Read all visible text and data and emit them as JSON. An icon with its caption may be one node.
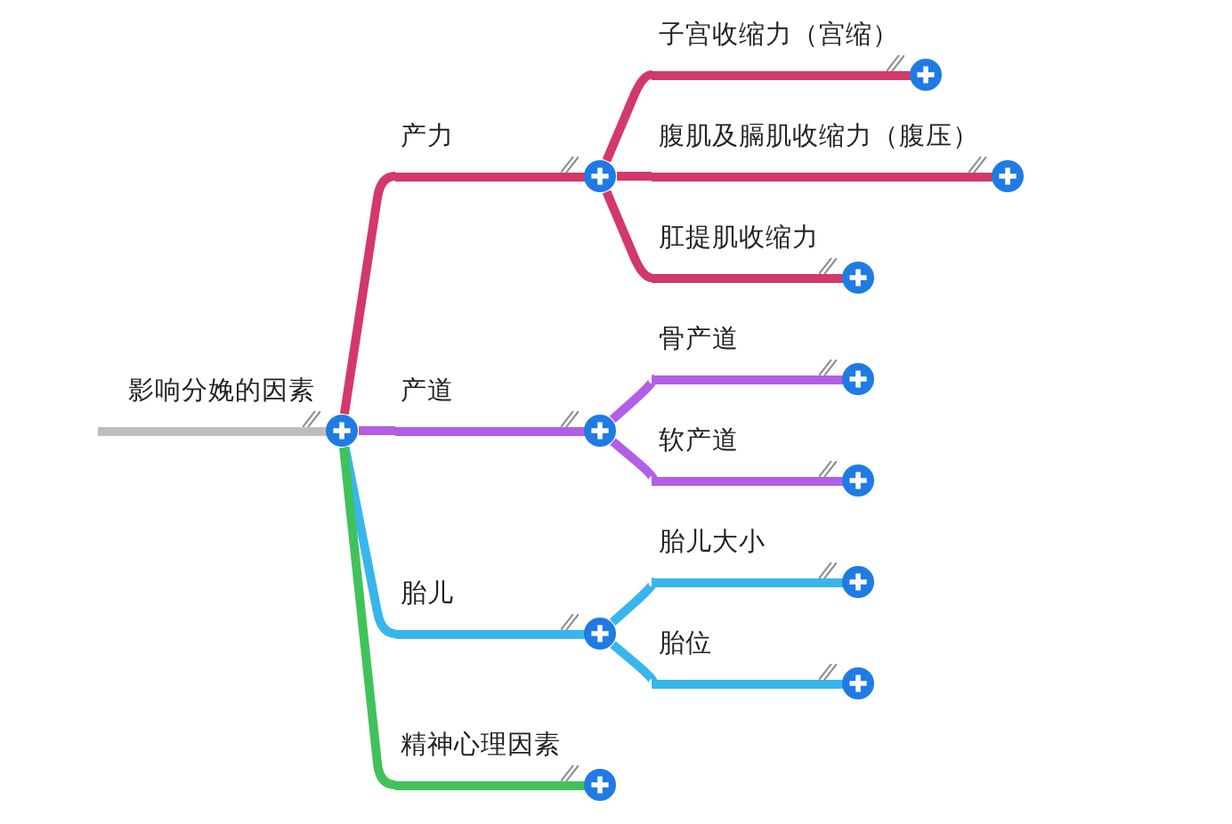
{
  "diagram": {
    "nodes": [
      {
        "text": [
          "影响分娩的因素"
        ]
      },
      {
        "text": [
          "产力"
        ]
      },
      {
        "text": [
          "子宫收缩力（宫缩）"
        ]
      },
      {
        "text": [
          "腹肌及膈肌收缩力（腹压）"
        ]
      },
      {
        "text": [
          "肛提肌收缩力"
        ]
      },
      {
        "text": [
          "产道"
        ]
      },
      {
        "text": [
          "骨产道"
        ]
      },
      {
        "text": [
          "软产道"
        ]
      },
      {
        "text": [
          "胎儿"
        ]
      },
      {
        "text": [
          "胎儿大小"
        ]
      },
      {
        "text": [
          "胎位"
        ]
      },
      {
        "text": [
          "精神心理因素"
        ]
      }
    ],
    "edges": [
      {
        "from": 0,
        "to": 1,
        "arrow": "none",
        "color": "#d3386a"
      },
      {
        "from": 1,
        "to": 2,
        "arrow": "none",
        "color": "#d3386a"
      },
      {
        "from": 1,
        "to": 3,
        "arrow": "none",
        "color": "#d3386a"
      },
      {
        "from": 1,
        "to": 4,
        "arrow": "none",
        "color": "#d3386a"
      },
      {
        "from": 0,
        "to": 5,
        "arrow": "none",
        "color": "#b35ee6"
      },
      {
        "from": 5,
        "to": 6,
        "arrow": "none",
        "color": "#b35ee6"
      },
      {
        "from": 5,
        "to": 7,
        "arrow": "none",
        "color": "#b35ee6"
      },
      {
        "from": 0,
        "to": 8,
        "arrow": "none",
        "color": "#38b6ec"
      },
      {
        "from": 8,
        "to": 9,
        "arrow": "none",
        "color": "#38b6ec"
      },
      {
        "from": 8,
        "to": 10,
        "arrow": "none",
        "color": "#38b6ec"
      },
      {
        "from": 0,
        "to": 11,
        "arrow": "none",
        "color": "#40c25a"
      }
    ]
  }
}
